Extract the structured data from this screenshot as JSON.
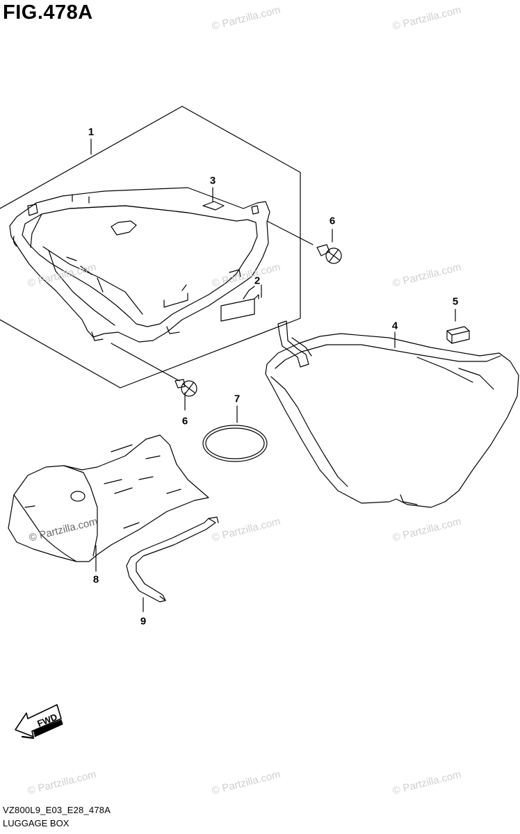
{
  "figure": {
    "title": "FIG.478A",
    "model_code": "VZ800L9_E03_E28_478A",
    "caption": "LUGGAGE BOX"
  },
  "callouts": [
    {
      "id": "c1",
      "number": "1"
    },
    {
      "id": "c2",
      "number": "2"
    },
    {
      "id": "c3",
      "number": "3"
    },
    {
      "id": "c4",
      "number": "4"
    },
    {
      "id": "c5",
      "number": "5"
    },
    {
      "id": "c6a",
      "number": "6"
    },
    {
      "id": "c6b",
      "number": "6"
    },
    {
      "id": "c7",
      "number": "7"
    },
    {
      "id": "c8",
      "number": "8"
    },
    {
      "id": "c9",
      "number": "9"
    }
  ],
  "direction_arrow": {
    "label": "FWD",
    "icon": "forward-arrow-icon"
  },
  "watermark": {
    "text": "© Partzilla.com"
  }
}
